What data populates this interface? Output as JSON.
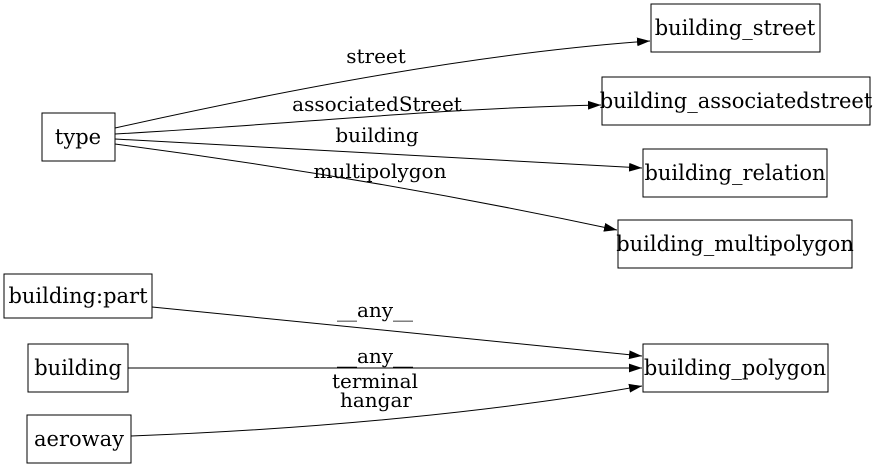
{
  "diagram": {
    "background_color": "#ffffff",
    "line_color": "#000000",
    "nodes": {
      "type": {
        "label": "type"
      },
      "building_part": {
        "label": "building:part"
      },
      "building": {
        "label": "building"
      },
      "aeroway": {
        "label": "aeroway"
      },
      "building_street": {
        "label": "building_street"
      },
      "building_associatedstreet": {
        "label": "building_associatedstreet"
      },
      "building_relation": {
        "label": "building_relation"
      },
      "building_multipolygon": {
        "label": "building_multipolygon"
      },
      "building_polygon": {
        "label": "building_polygon"
      }
    },
    "edges": [
      {
        "from": "type",
        "to": "building_street",
        "label": "street"
      },
      {
        "from": "type",
        "to": "building_associatedstreet",
        "label": "associatedStreet"
      },
      {
        "from": "type",
        "to": "building_relation",
        "label": "building"
      },
      {
        "from": "type",
        "to": "building_multipolygon",
        "label": "multipolygon"
      },
      {
        "from": "building:part",
        "to": "building_polygon",
        "label": "__any__"
      },
      {
        "from": "building",
        "to": "building_polygon",
        "label": "__any__"
      },
      {
        "from": "aeroway",
        "to": "building_polygon",
        "labels": [
          "terminal",
          "hangar"
        ]
      }
    ]
  }
}
